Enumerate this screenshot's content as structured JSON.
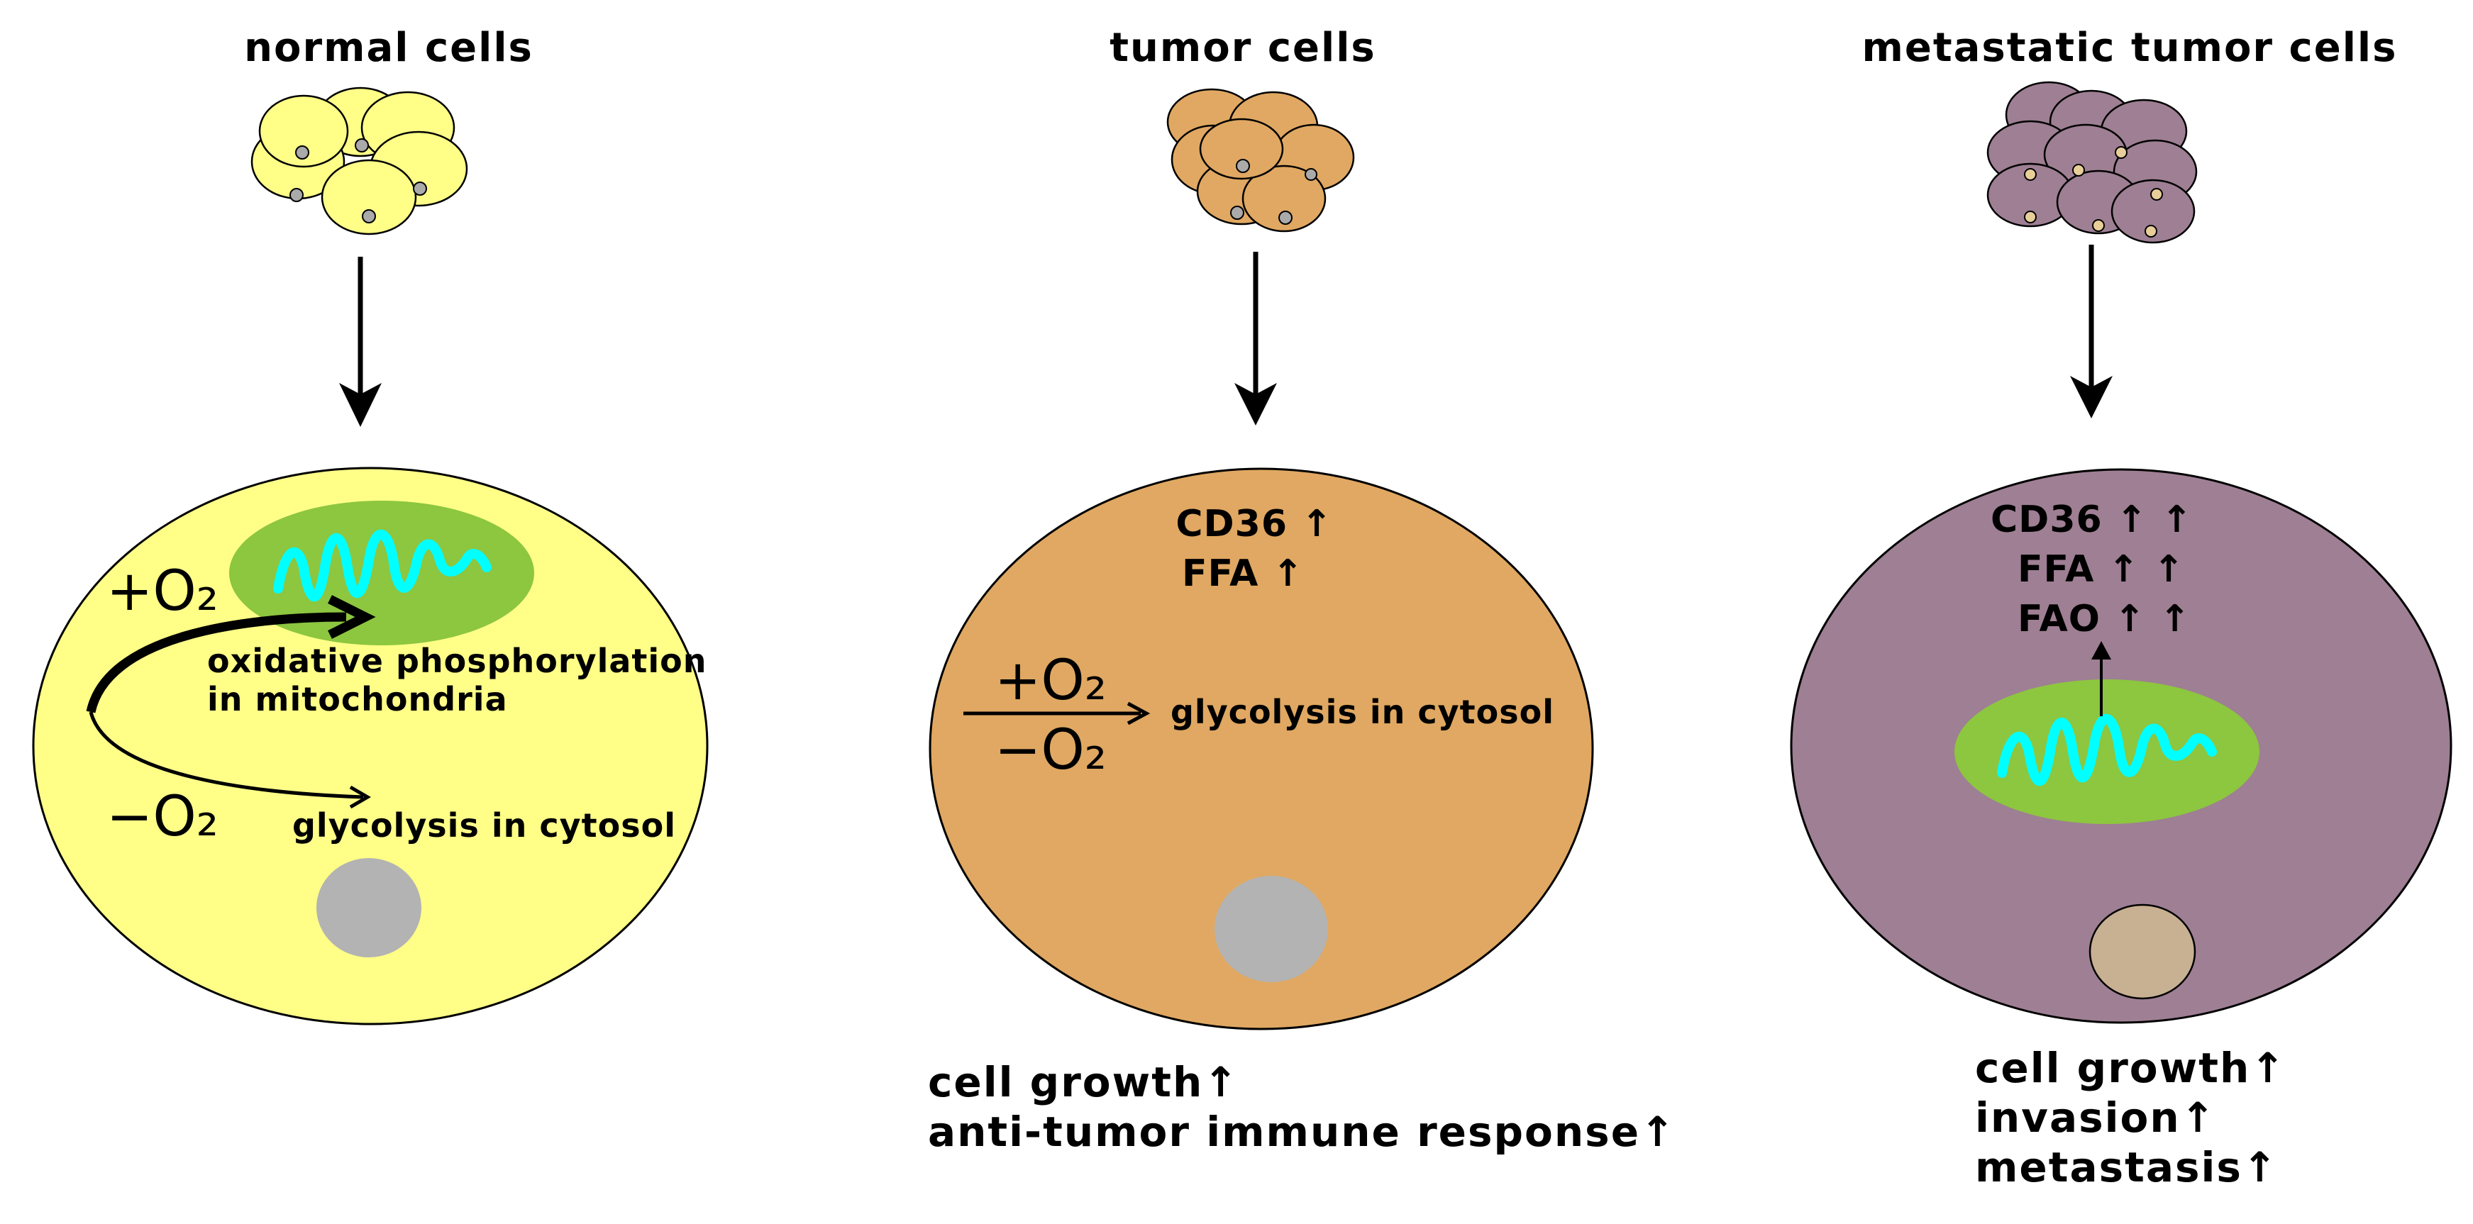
{
  "panels": {
    "normal": {
      "title": "normal cells",
      "plus_o2": "+O₂",
      "minus_o2": "−O₂",
      "oxphos_line1": "oxidative phosphorylation",
      "oxphos_line2": "in mitochondria",
      "glycolysis": "glycolysis in cytosol"
    },
    "tumor": {
      "title": "tumor cells",
      "cd36": "CD36 ↑",
      "ffa": "FFA ↑",
      "plus_o2": "+O₂",
      "minus_o2": "−O₂",
      "glycolysis": "glycolysis in cytosol",
      "outcome_1": "cell growth↑",
      "outcome_2": "anti-tumor immune response↑"
    },
    "metastatic": {
      "title": "metastatic tumor cells",
      "cd36": "CD36 ↑ ↑",
      "ffa": "FFA  ↑ ↑",
      "fao": "FAO  ↑ ↑",
      "outcome_1": "cell growth↑",
      "outcome_2": "invasion↑",
      "outcome_3": "metastasis↑"
    }
  },
  "colors": {
    "normal_cell": "#FFFF88",
    "tumor_cell": "#E0A862",
    "metastatic_cell": "#9E7F93",
    "mitochondrion": "#8DC63F",
    "mito_crista": "#00FFFF",
    "nucleus_gray": "#B3B3B3",
    "nucleus_tan": "#C8B092"
  }
}
